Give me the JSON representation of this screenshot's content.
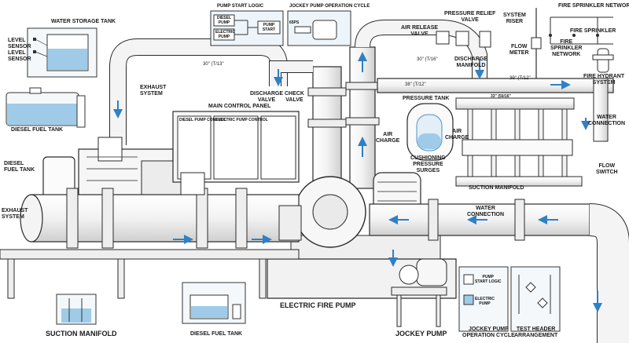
{
  "diagram": {
    "labels": {
      "water_storage_tank": "WATER STORAGE TANK",
      "level_sensor_1": "LEVEL\nSENSOR",
      "level_sensor_2": "LEVEL\nSENSOR",
      "diesel_fuel_tank_top": "DIESEL FUEL TANK",
      "diesel_fuel_tank_left": "DIESEL\nFUEL TANK",
      "exhaust_system_left": "EXHAUST\nSYSTEM",
      "exhaust_system_top": "EXHAUST\nSYSTEM",
      "main_control_panel": "MAIN CONTROL PANEL",
      "discharge_valve": "DISCHARGE\nVALVE",
      "check_valve": "CHECK\nVALVE",
      "air_release_valve": "AIR RELEASE\nVALVE",
      "pressure_relief_valve": "PRESSURE RELIEF\nVALVE",
      "system_riser": "SYSTEM\nRISER",
      "flow_meter": "FLOW\nMETER",
      "fire_sprinkler_network_top": "FIRE SPRINKLER NETWORK",
      "fire_sprinkler": "FIRE SPRINKLER",
      "fire_sprinkler_network": "FIRE\nSPRINKLER\nNETWORK",
      "fire_hydrant_system": "FIRE HYDRANT\nSYSTEM",
      "discharge_manifold": "DISCHARGE\nMANIFOLD",
      "pressure_tank": "PRESSURE TANK",
      "air_charge_1": "AIR\nCHARGE",
      "air_charge_2": "AIR\nCHARGE",
      "cushioning": "CUSHIONING\nPRESSURE\nSURGES",
      "water_connection_right": "WATER\nCONNECTION",
      "water_connection_mid": "WATER\nCONNECTION",
      "flow_switch": "FLOW\nSWITCH",
      "suction_manifold_mid": "SUCTION MANIFOLD",
      "electric_fire_pump": "ELECTRIC FIRE PUMP",
      "jockey_pump": "JOCKEY PUMP",
      "suction_manifold_bottom": "SUCTION MANIFOLD",
      "diesel_fuel_tank_bottom": "DIESEL FUEL TANK",
      "jockey_op_cycle_bottom": "JOCKEY PUMP\nOPERATION CYCLE",
      "test_header": "TEST HEADER\nARRANGEMENT"
    },
    "dimensions": {
      "d30": "30\" (T/13\"",
      "d38": "38\" (T/12\"",
      "d39": "39\" (T/12\"",
      "d30b": "30\" (T/16\"",
      "d33": "33\" (50/16\""
    },
    "insets": {
      "pump_start_logic": {
        "title": "PUMP START LOGIC",
        "diesel_pump": "DIESEL\nPUMP",
        "electric_pump": "ELECTRIC\nPUMP",
        "pump_start": "PUMP\nSTART"
      },
      "jockey_cycle": {
        "title": "JOCKEY PUMP OPERATION CYCLE",
        "psi": "65ps"
      },
      "bottom_logic": {
        "pump_start_logic": "PUMP\nSTART LOGIC",
        "electric_pump": "ELECTRIC\nPUMP"
      }
    },
    "panel_headers": {
      "diesel": "DIESEL PUMP CONTROL",
      "electric": "ELECTRIC PUMP CONTROL"
    },
    "colors": {
      "line": "#2a2a2a",
      "water": "#9fcbe8",
      "water_dark": "#4f93c8",
      "arrow": "#2f80c4",
      "inset_bg": "#eef5fa",
      "base": "#eeeeee"
    }
  }
}
